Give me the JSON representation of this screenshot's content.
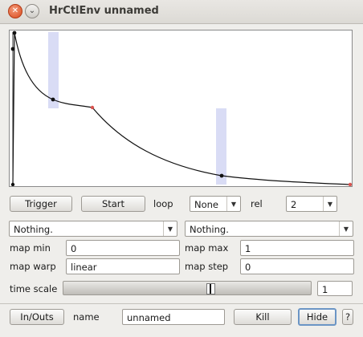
{
  "window": {
    "title": "HrCtlEnv unnamed"
  },
  "titlebar": {
    "close_glyph": "✕",
    "minimize_glyph": "⌄"
  },
  "envelope": {
    "curve_color": "#111111",
    "highlight_color": "#d9dcf5",
    "node_color": "#111111",
    "release_node_color": "#d9534f"
  },
  "controls": {
    "trigger_label": "Trigger",
    "start_label": "Start",
    "loop_label": "loop",
    "loop_value": "None",
    "rel_label": "rel",
    "rel_value": "2"
  },
  "mapping": {
    "left_select": "Nothing.",
    "right_select": "Nothing.",
    "map_min_label": "map min",
    "map_min_value": "0",
    "map_max_label": "map max",
    "map_max_value": "1",
    "map_warp_label": "map warp",
    "map_warp_value": "linear",
    "map_step_label": "map step",
    "map_step_value": "0"
  },
  "timescale": {
    "label": "time scale",
    "value": "1",
    "slider_fraction": 0.6
  },
  "footer": {
    "inouts_label": "In/Outs",
    "name_label": "name",
    "name_value": "unnamed",
    "kill_label": "Kill",
    "hide_label": "Hide",
    "help_label": "?"
  }
}
